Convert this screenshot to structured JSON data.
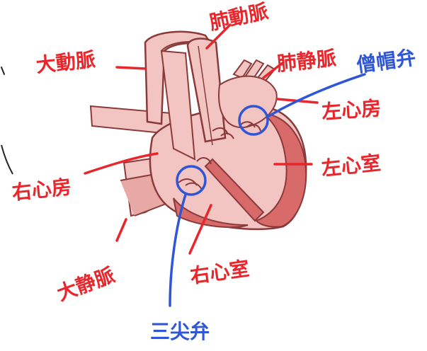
{
  "labels": {
    "aorta": "大動脈",
    "pulmonary_artery": "肺動脈",
    "pulmonary_vein": "肺静脈",
    "left_atrium": "左心房",
    "left_ventricle": "左心室",
    "right_atrium": "右心房",
    "right_ventricle": "右心室",
    "vena_cava": "大静脈",
    "mitral_valve": "僧帽弁",
    "tricuspid_valve": "三尖弁"
  },
  "colors": {
    "heart_fill": "#f2c4c2",
    "heart_outline": "#8b3a3a",
    "wall": "#d96a6a",
    "label_red": "#e8262b",
    "label_blue": "#2f56d6"
  }
}
